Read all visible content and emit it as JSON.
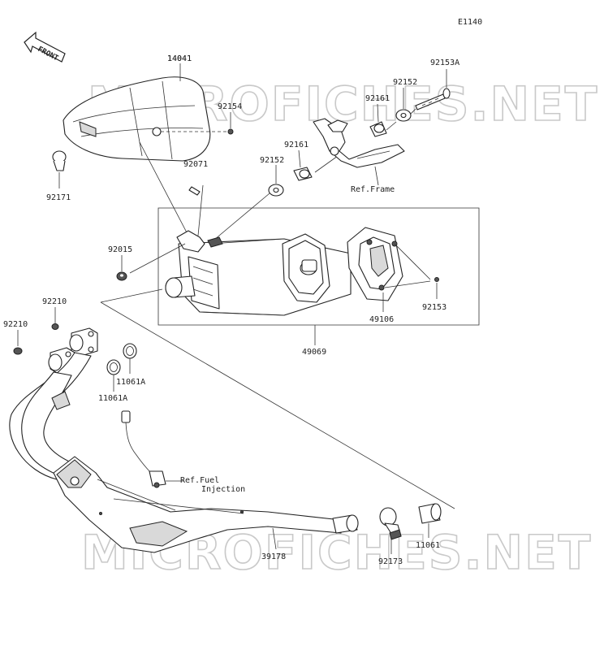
{
  "diagram_code": "E1140",
  "front_arrow_text": "FRONT",
  "watermark": "MICROFICHES.NET",
  "labels": {
    "p14041": "14041",
    "p92154": "92154",
    "p92171": "92171",
    "p92071": "92071",
    "p92015": "92015",
    "p92152a": "92152",
    "p92161a": "92161",
    "p92161b": "92161",
    "p92152b": "92152",
    "p92153A": "92153A",
    "ref_frame": "Ref.Frame",
    "p92153": "92153",
    "p49106": "49106",
    "p49069": "49069",
    "p92210a": "92210",
    "p92210b": "92210",
    "p11061A_a": "11061A",
    "p11061A_b": "11061A",
    "ref_fuel_1": "Ref.Fuel",
    "ref_fuel_2": "Injection",
    "p39178": "39178",
    "p92173": "92173",
    "p11061": "11061"
  }
}
